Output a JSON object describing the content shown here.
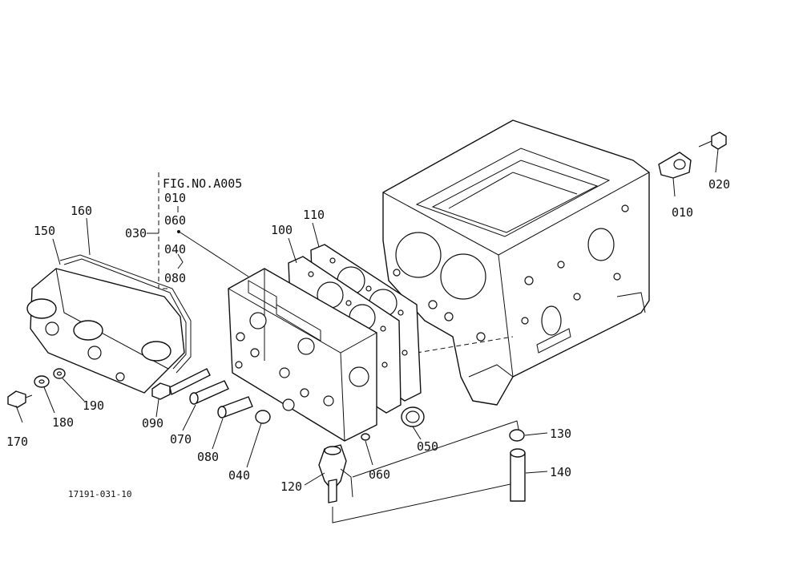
{
  "figure_ref": {
    "title": "FIG.NO.A005",
    "codes": [
      "010",
      "060",
      "040",
      "080"
    ]
  },
  "drawing_number": "17191-031-10",
  "labels": {
    "p010": "010",
    "p020": "020",
    "p030": "030",
    "p040": "040",
    "p050": "050",
    "p060": "060",
    "p070": "070",
    "p080": "080",
    "p090": "090",
    "p100": "100",
    "p110": "110",
    "p120": "120",
    "p130": "130",
    "p140": "140",
    "p150": "150",
    "p160": "160",
    "p170": "170",
    "p180": "180",
    "p190": "190"
  }
}
